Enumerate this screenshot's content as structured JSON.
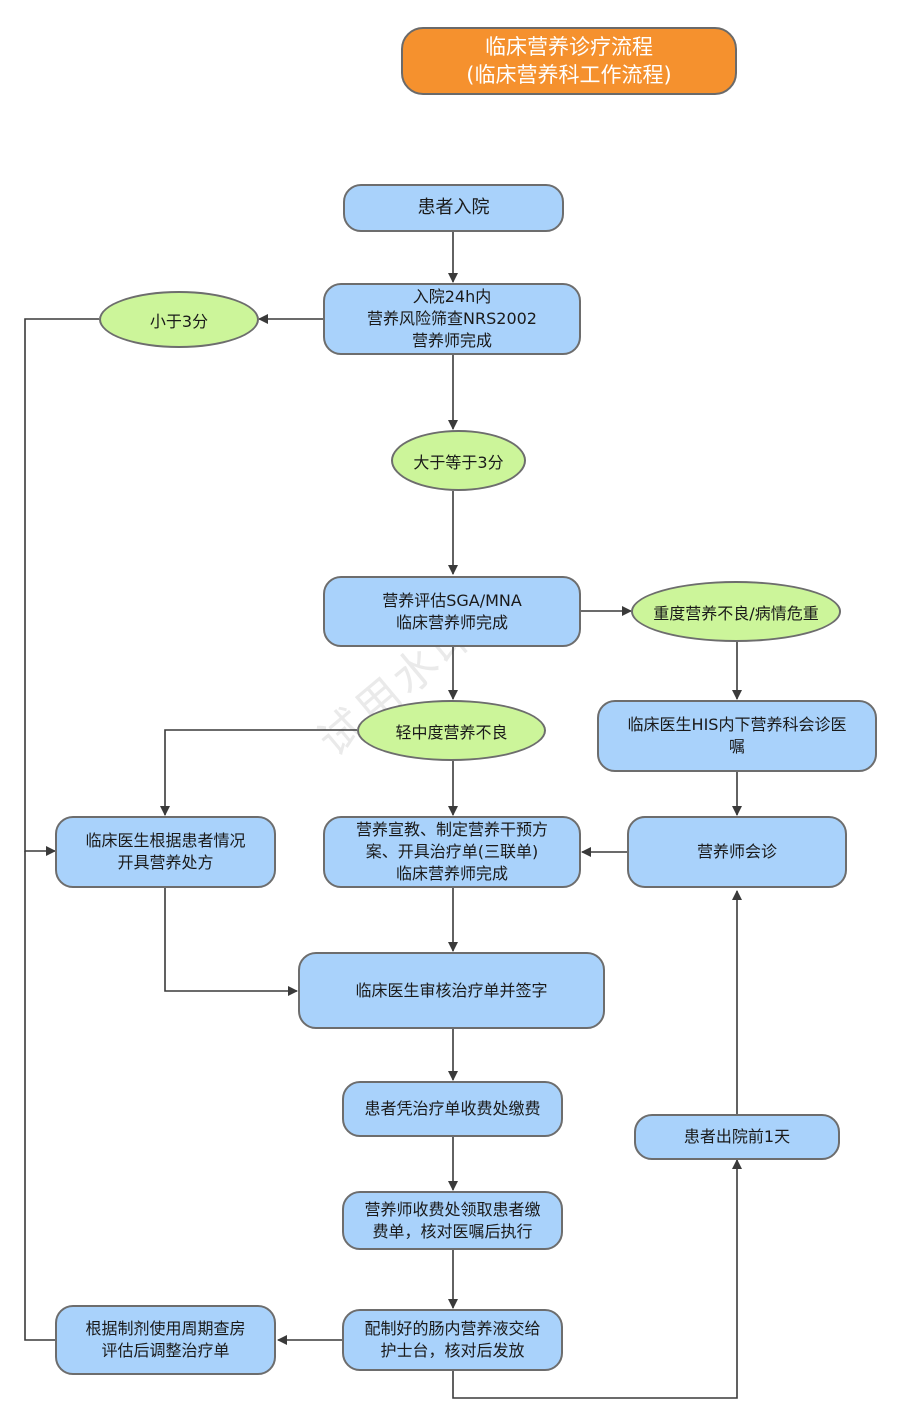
{
  "title": {
    "line1": "临床营养诊疗流程",
    "line2": "(临床营养科工作流程)"
  },
  "watermark": "试用水印",
  "nodes": {
    "admit": "患者入院",
    "screen": [
      "入院24h内",
      "营养风险筛查NRS2002",
      "营养师完成"
    ],
    "assess": [
      "营养评估SGA/MNA",
      "临床营养师完成"
    ],
    "his_consult": [
      "临床医生HIS内下营养科会诊医",
      "嘱"
    ],
    "dietitian_consult": "营养师会诊",
    "doctor_prescribe": [
      "临床医生根据患者情况",
      "开具营养处方"
    ],
    "education": [
      "营养宣教、制定营养干预方",
      "案、开具治疗单(三联单)",
      "临床营养师完成"
    ],
    "review": "临床医生审核治疗单并签字",
    "payment": "患者凭治疗单收费处缴费",
    "collect": [
      "营养师收费处领取患者缴",
      "费单，核对医嘱后执行"
    ],
    "deliver": [
      "配制好的肠内营养液交给",
      "护士台，核对后发放"
    ],
    "adjust": [
      "根据制剂使用周期查房",
      "评估后调整治疗单"
    ],
    "discharge": "患者出院前1天"
  },
  "conditions": {
    "lt3": "小于3分",
    "ge3": "大于等于3分",
    "severe": "重度营养不良/病情危重",
    "mild": "轻中度营养不良"
  },
  "colors": {
    "title_bg": "#f5912e",
    "node_bg": "#a9d2fb",
    "condition_bg": "#ccf59a",
    "edge": "#3a3a3a"
  }
}
